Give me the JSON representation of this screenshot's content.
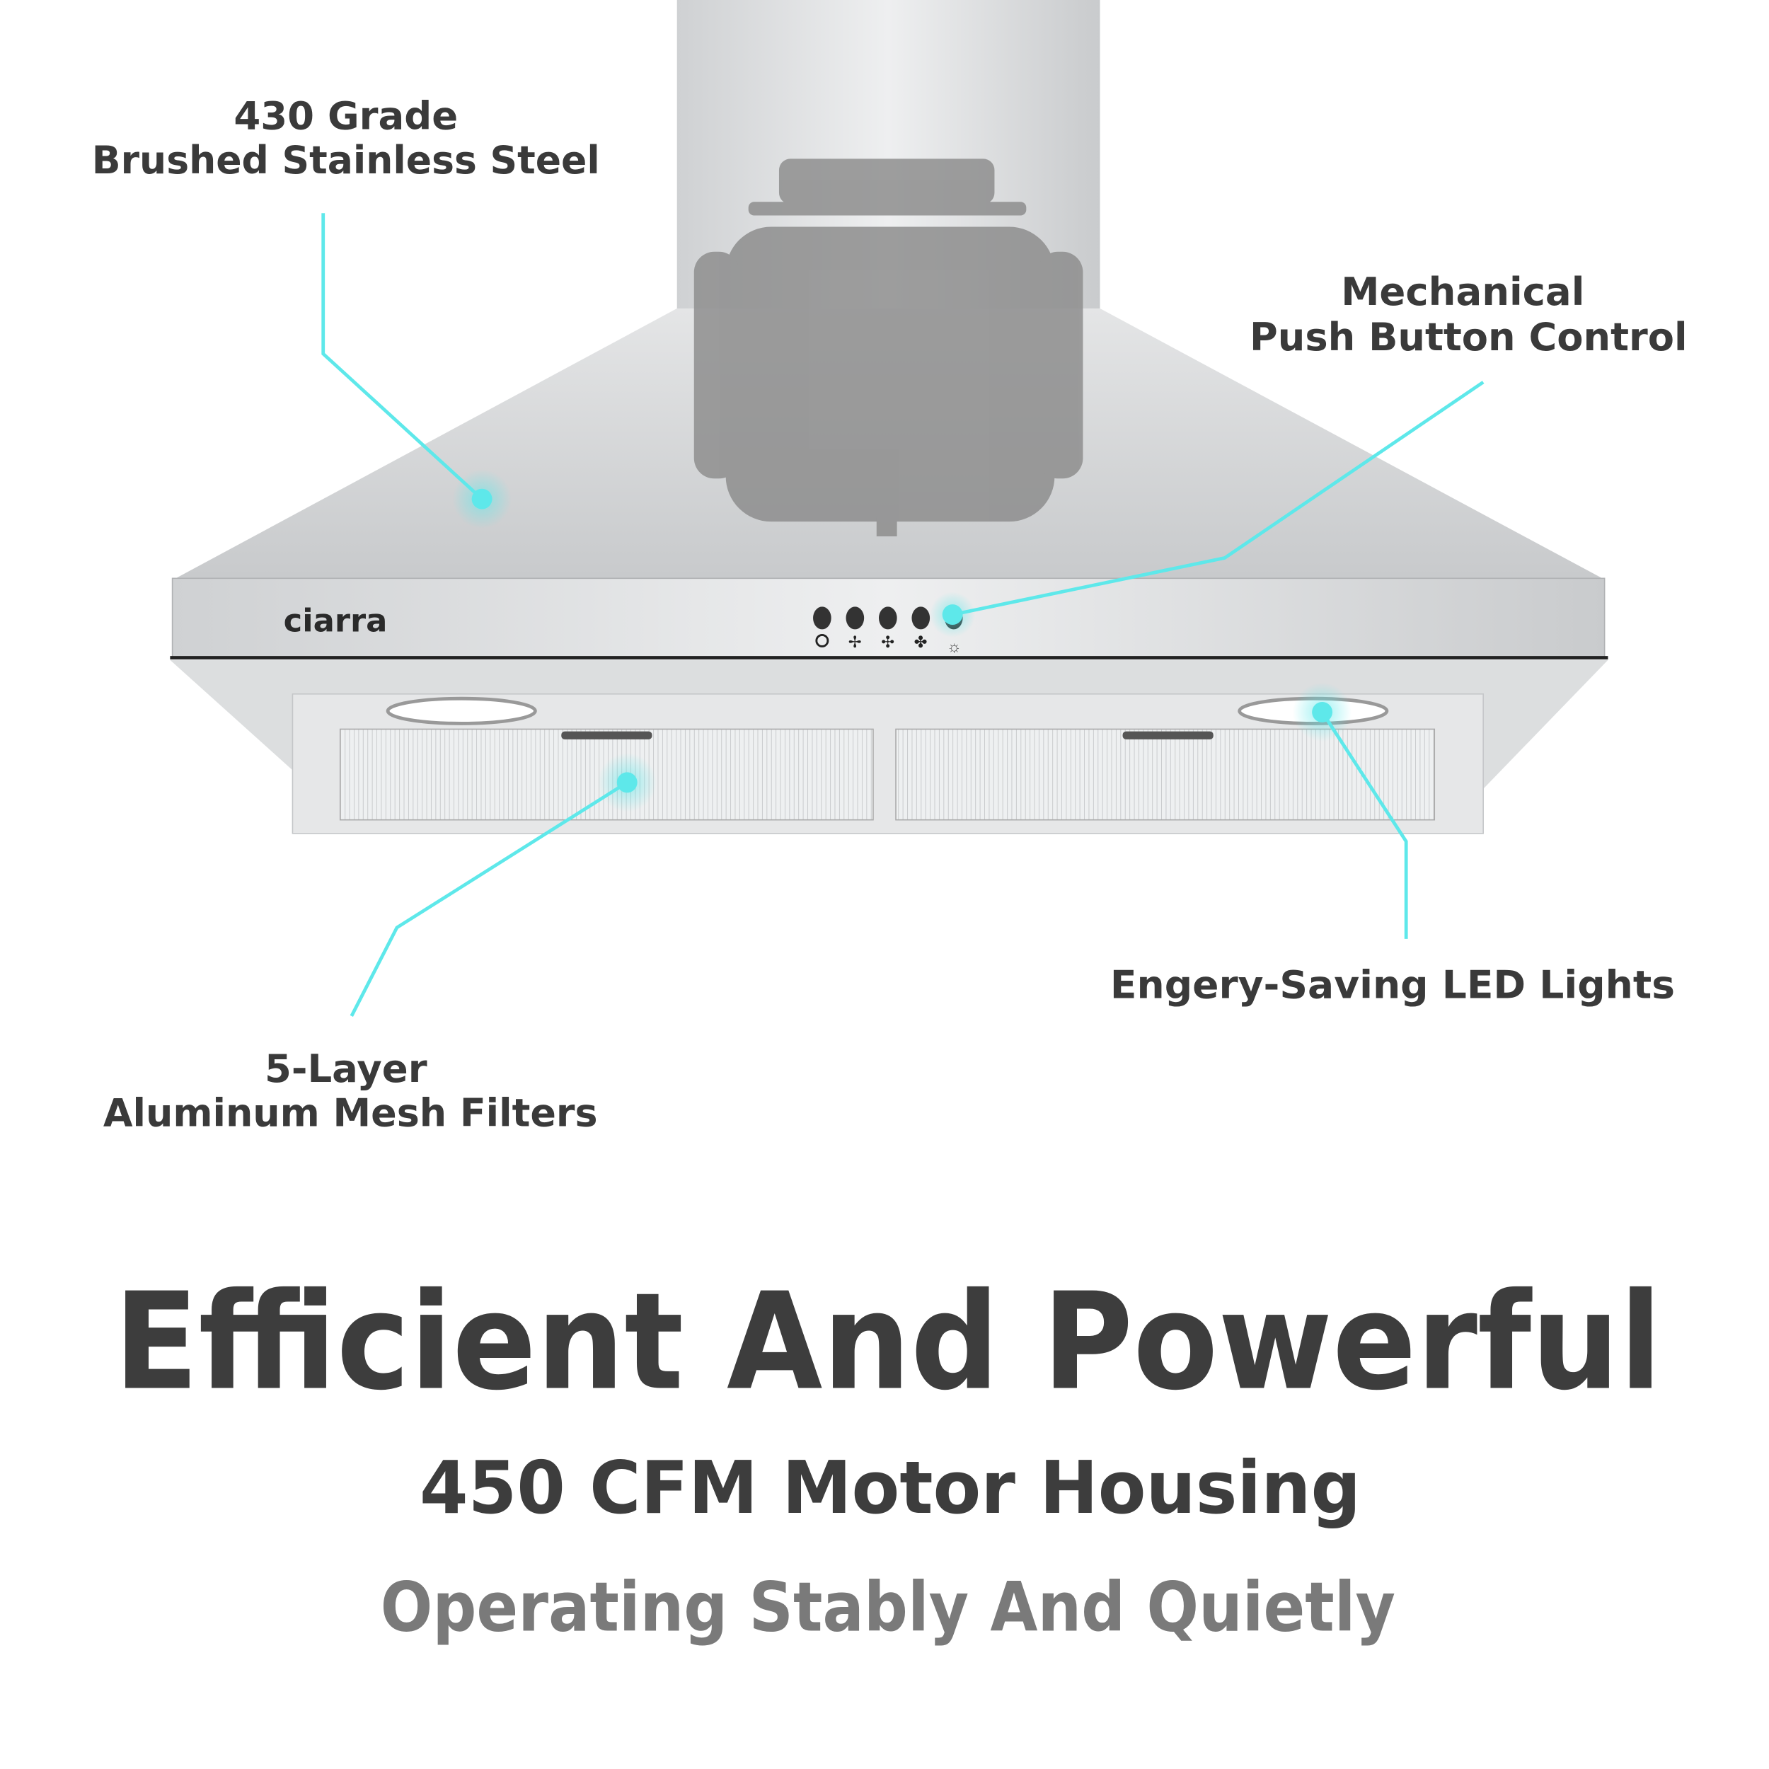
{
  "brand": "ciarra",
  "accent_color": "#5ee8ea",
  "callouts": {
    "steel": {
      "line1": "430 Grade",
      "line2": "Brushed Stainless Steel"
    },
    "control": {
      "line1": "Mechanical",
      "line2": "Push Button Control"
    },
    "led": {
      "line1": "Engery-Saving LED Lights"
    },
    "filters": {
      "line1": "5-Layer",
      "line2": "Aluminum Mesh Filters"
    }
  },
  "control_buttons": [
    "power-icon",
    "fan-low-icon",
    "fan-medium-icon",
    "fan-high-icon",
    "light-icon"
  ],
  "headline": "Efficient And Powerful",
  "subheadline": "450 CFM Motor Housing",
  "tagline": "Operating Stably And Quietly"
}
